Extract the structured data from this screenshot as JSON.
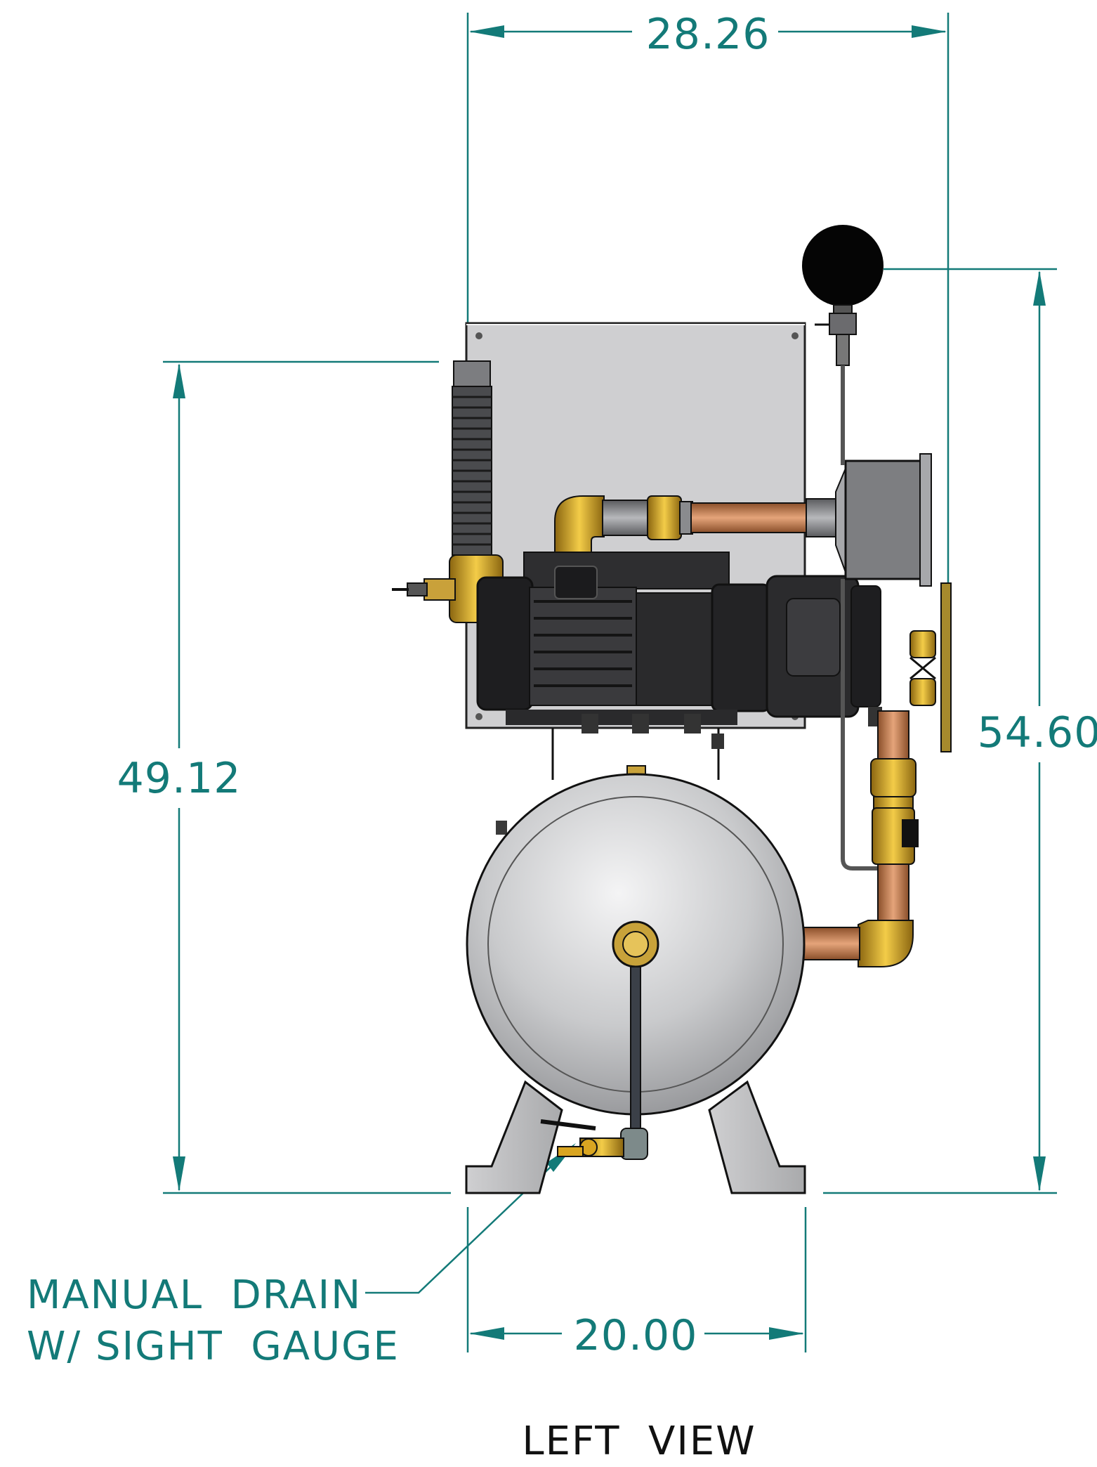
{
  "dimensions": {
    "overall_width": "28.26",
    "overall_height": "54.60",
    "tank_height": "49.12",
    "base_width": "20.00"
  },
  "callout": {
    "line1": "MANUAL  DRAIN",
    "line2": "W/ SIGHT  GAUGE"
  },
  "view_label": "LEFT  VIEW",
  "colors": {
    "dimension": "#137a78",
    "tank": "#c9cacc",
    "panel": "#cfcfd1",
    "motor": "#2b2b2b",
    "brass": "#d9a521",
    "copper": "#c07a4a"
  }
}
